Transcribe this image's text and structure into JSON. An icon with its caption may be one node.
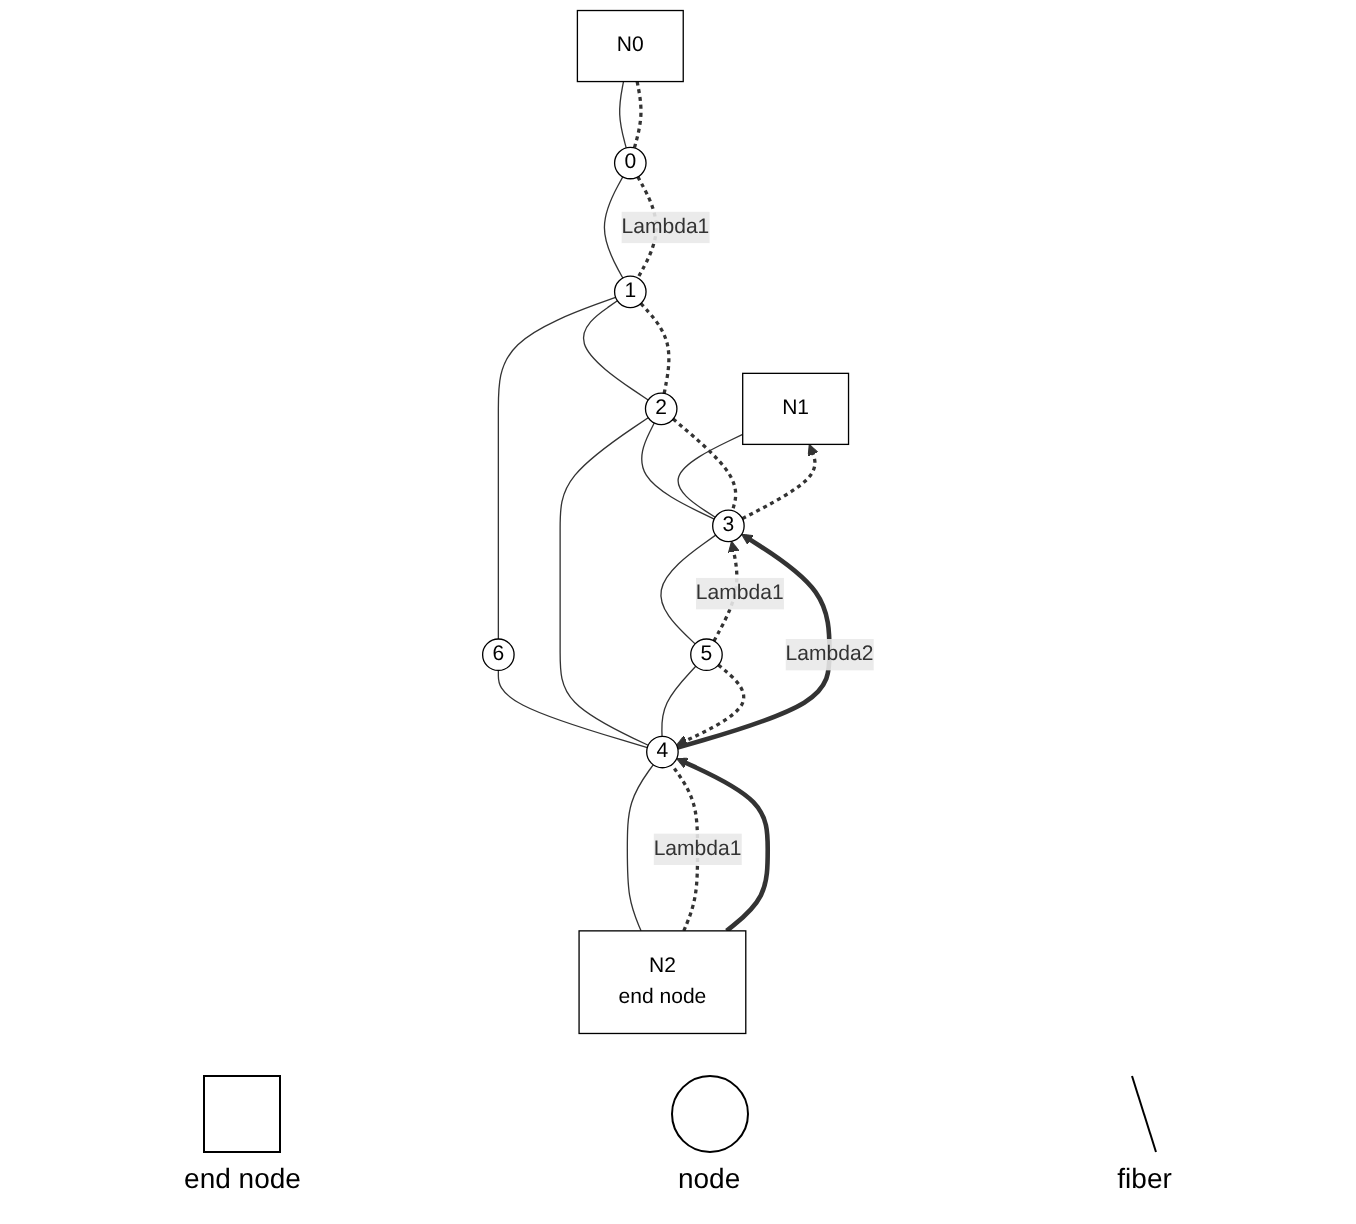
{
  "diagram": {
    "nodes": [
      {
        "text": [
          "N1"
        ]
      },
      {
        "text": [
          "N0"
        ]
      },
      {
        "text": [
          "3"
        ]
      },
      {
        "text": [
          "5"
        ]
      },
      {
        "text": [
          "0"
        ]
      },
      {
        "text": [
          "1"
        ]
      },
      {
        "text": [
          "2"
        ]
      },
      {
        "text": [
          "4"
        ]
      },
      {
        "text": [
          "6"
        ]
      },
      {
        "text": [
          "N2",
          "end node"
        ]
      }
    ],
    "edges": [
      {
        "from": 1,
        "to": 4,
        "arrow": "none"
      },
      {
        "from": 4,
        "to": 5,
        "arrow": "none"
      },
      {
        "from": 5,
        "to": 6,
        "arrow": "none"
      },
      {
        "from": 5,
        "to": 8,
        "arrow": "none"
      },
      {
        "from": 8,
        "to": 7,
        "arrow": "none"
      },
      {
        "from": 6,
        "to": 7,
        "arrow": "none"
      },
      {
        "from": 6,
        "to": 2,
        "arrow": "none"
      },
      {
        "from": 2,
        "to": 3,
        "arrow": "none"
      },
      {
        "from": 3,
        "to": 7,
        "arrow": "none"
      },
      {
        "from": 7,
        "to": 9,
        "arrow": "none"
      },
      {
        "from": 0,
        "to": 2,
        "arrow": "none"
      },
      {
        "from": 1,
        "to": 4,
        "arrow": "none",
        "style": "dashed"
      },
      {
        "from": 4,
        "to": 5,
        "arrow": "none",
        "style": "dashed",
        "label": "Lambda1"
      },
      {
        "from": 5,
        "to": 6,
        "arrow": "none",
        "style": "dashed"
      },
      {
        "from": 6,
        "to": 2,
        "arrow": "none",
        "style": "dashed"
      },
      {
        "from": 2,
        "to": 0,
        "arrow": "to",
        "style": "dashed"
      },
      {
        "from": 9,
        "to": 7,
        "arrow": "none",
        "style": "dashed",
        "label": "Lambda1"
      },
      {
        "from": 3,
        "to": 7,
        "arrow": "to",
        "style": "dashed"
      },
      {
        "from": 3,
        "to": 2,
        "arrow": "to",
        "style": "dashed",
        "label": "Lambda1"
      },
      {
        "from": 9,
        "to": 7,
        "arrow": "to",
        "style": "thick"
      },
      {
        "from": 7,
        "to": 2,
        "arrow": "to",
        "style": "thick",
        "label": "Lambda2"
      }
    ],
    "legend": [
      {
        "text": "end node"
      },
      {
        "text": "node"
      },
      {
        "text": "fiber"
      }
    ]
  }
}
